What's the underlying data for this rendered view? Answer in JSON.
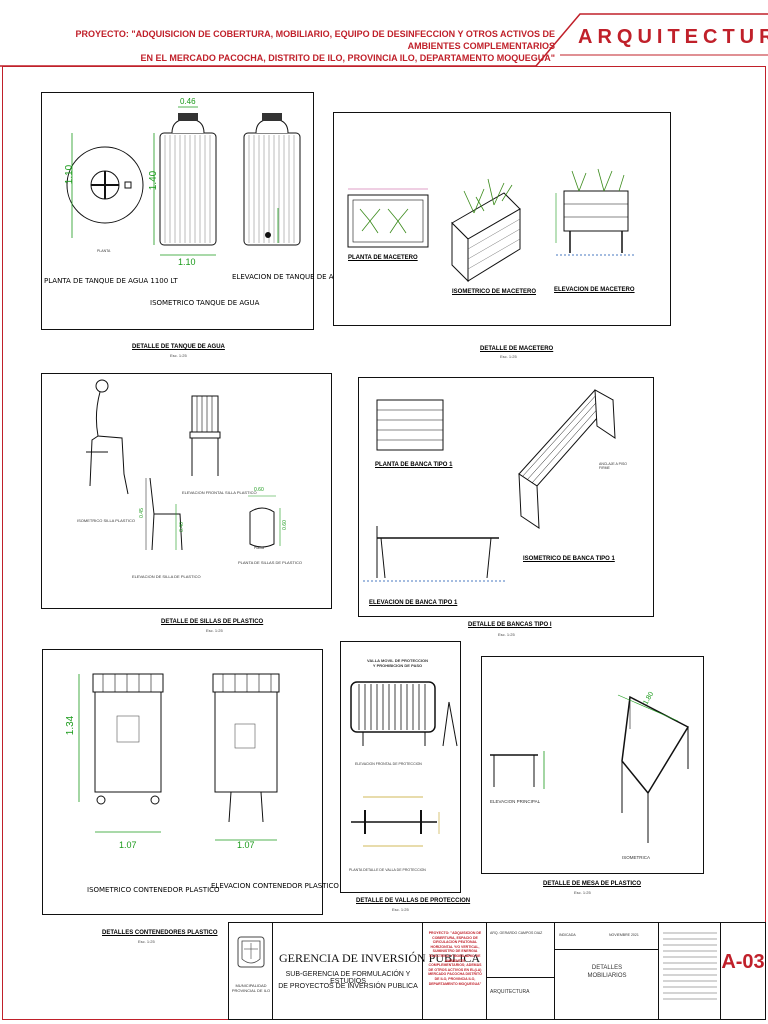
{
  "header": {
    "project_line1": "PROYECTO: \"ADQUISICION DE COBERTURA, MOBILIARIO, EQUIPO DE DESINFECCION Y OTROS ACTIVOS DE AMBIENTES COMPLEMENTARIOS",
    "project_line2": "EN EL MERCADO PACOCHA, DISTRITO DE ILO, PROVINCIA ILO, DEPARTAMENTO MOQUEGUA\"",
    "discipline": "ARQUITECTURA"
  },
  "tanque": {
    "caption": "DETALLE DE TANQUE DE AGUA",
    "scale": "Esc. 1:25",
    "dim_top": "0.46",
    "dim_height_left": "1.10",
    "dim_height": "1.40",
    "dim_base": "1.10",
    "planta_small": "PLANTA",
    "label_planta": "PLANTA DE TANQUE DE AGUA 1100 LT",
    "label_elevacion": "ELEVACION DE TANQUE DE AGUA",
    "label_iso": "ISOMETRICO TANQUE DE AGUA"
  },
  "macetero": {
    "caption": "DETALLE DE MACETERO",
    "scale": "Esc. 1:25",
    "label_planta": "PLANTA DE MACETERO",
    "label_iso": "ISOMETRICO DE MACETERO",
    "label_elev": "ELEVACION DE MACETERO"
  },
  "sillas": {
    "caption": "DETALLE DE SILLAS DE PLASTICO",
    "scale": "Esc. 1:25",
    "label_iso": "ISOMETRICO SILLA PLASTICO",
    "label_front": "ELEVACION FRONTAL SILLA PLASTICO",
    "label_elev": "ELEVACION DE SILLA DE PLASTICO",
    "label_planta": "PLANTA DE SILLAS DE PLASTICO",
    "planta_small": "Planta",
    "dim_w": "0.60",
    "dim_h1": "0.45",
    "dim_h2": "0.40",
    "dim_h3": "0.60"
  },
  "bancas": {
    "caption": "DETALLE DE BANCAS TIPO I",
    "scale": "Esc. 1:25",
    "label_planta": "PLANTA DE BANCA TIPO 1",
    "label_iso": "ISOMETRICO DE BANCA TIPO 1",
    "label_elev": "ELEVACION DE BANCA TIPO 1",
    "note": "ANCLAJE A PISO FIRME"
  },
  "contenedores": {
    "caption": "DETALLES CONTENEDORES PLASTICO",
    "scale": "Esc. 1:25",
    "dim_h": "1.34",
    "dim_w1": "1.07",
    "dim_w2": "1.07",
    "label_iso": "ISOMETRICO CONTENEDOR PLASTICO",
    "label_elev": "ELEVACION CONTENEDOR PLASTICO"
  },
  "vallas": {
    "caption": "DETALLE DE VALLAS DE PROTECCION",
    "scale": "Esc. 1:25",
    "title_line1": "VALLA MOVIL DE PROTECCION",
    "title_line2": "Y PROHIBICION DE PASO",
    "label_front": "ELEVACION FRONTAL DE PROTECCION",
    "label_planta": "PLANTA DETALLE DE VALLA DE PROTECCION"
  },
  "mesa": {
    "caption": "DETALLE DE MESA DE PLASTICO",
    "scale": "Esc. 1:25",
    "label_elev": "ELEVACION PRINCIPAL",
    "label_iso": "ISOMETRICA",
    "dim_top": "1.80"
  },
  "titleblock": {
    "entity_main": "GERENCIA DE INVERSIÓN PUBLICA",
    "entity_sub1": "SUB-GERENCIA DE FORMULACIÓN Y ESTUDIOS",
    "entity_sub2": "DE PROYECTOS DE INVERSIÓN PUBLICA",
    "logo_text": "MUNICIPALIDAD PROVINCIAL DE ILO",
    "project_text": "PROYECTO: \"ADQUISICION DE COBERTURA, ESPACIO DE CIRCULACION PEATONAL HORIZONTAL Y/O VERTICAL, SUMINISTRO DE ENERGIA ELECTRICA Y MOBILIARIO DE AMBIENTES COMPLEMENTARIOS; ADEMÁS DE OTROS ACTIVOS EN EL(LA) MERCADO PACOCHA DISTRITO DE ILO, PROVINCIA ILO, DEPARTAMENTO MOQUEGUA\"",
    "designer": "ARQ. GERARDO CAMPOS DIAZ",
    "specialty": "ARQUITECTURA",
    "date_label": "NOVIEMBRE 2021",
    "scale_label": "INDICADA",
    "sheet_title_1": "DETALLES",
    "sheet_title_2": "MOBILIARIOS",
    "sheet_code": "A-03"
  },
  "colors": {
    "accent": "#c0202a",
    "dimension": "#1a9a1a"
  }
}
